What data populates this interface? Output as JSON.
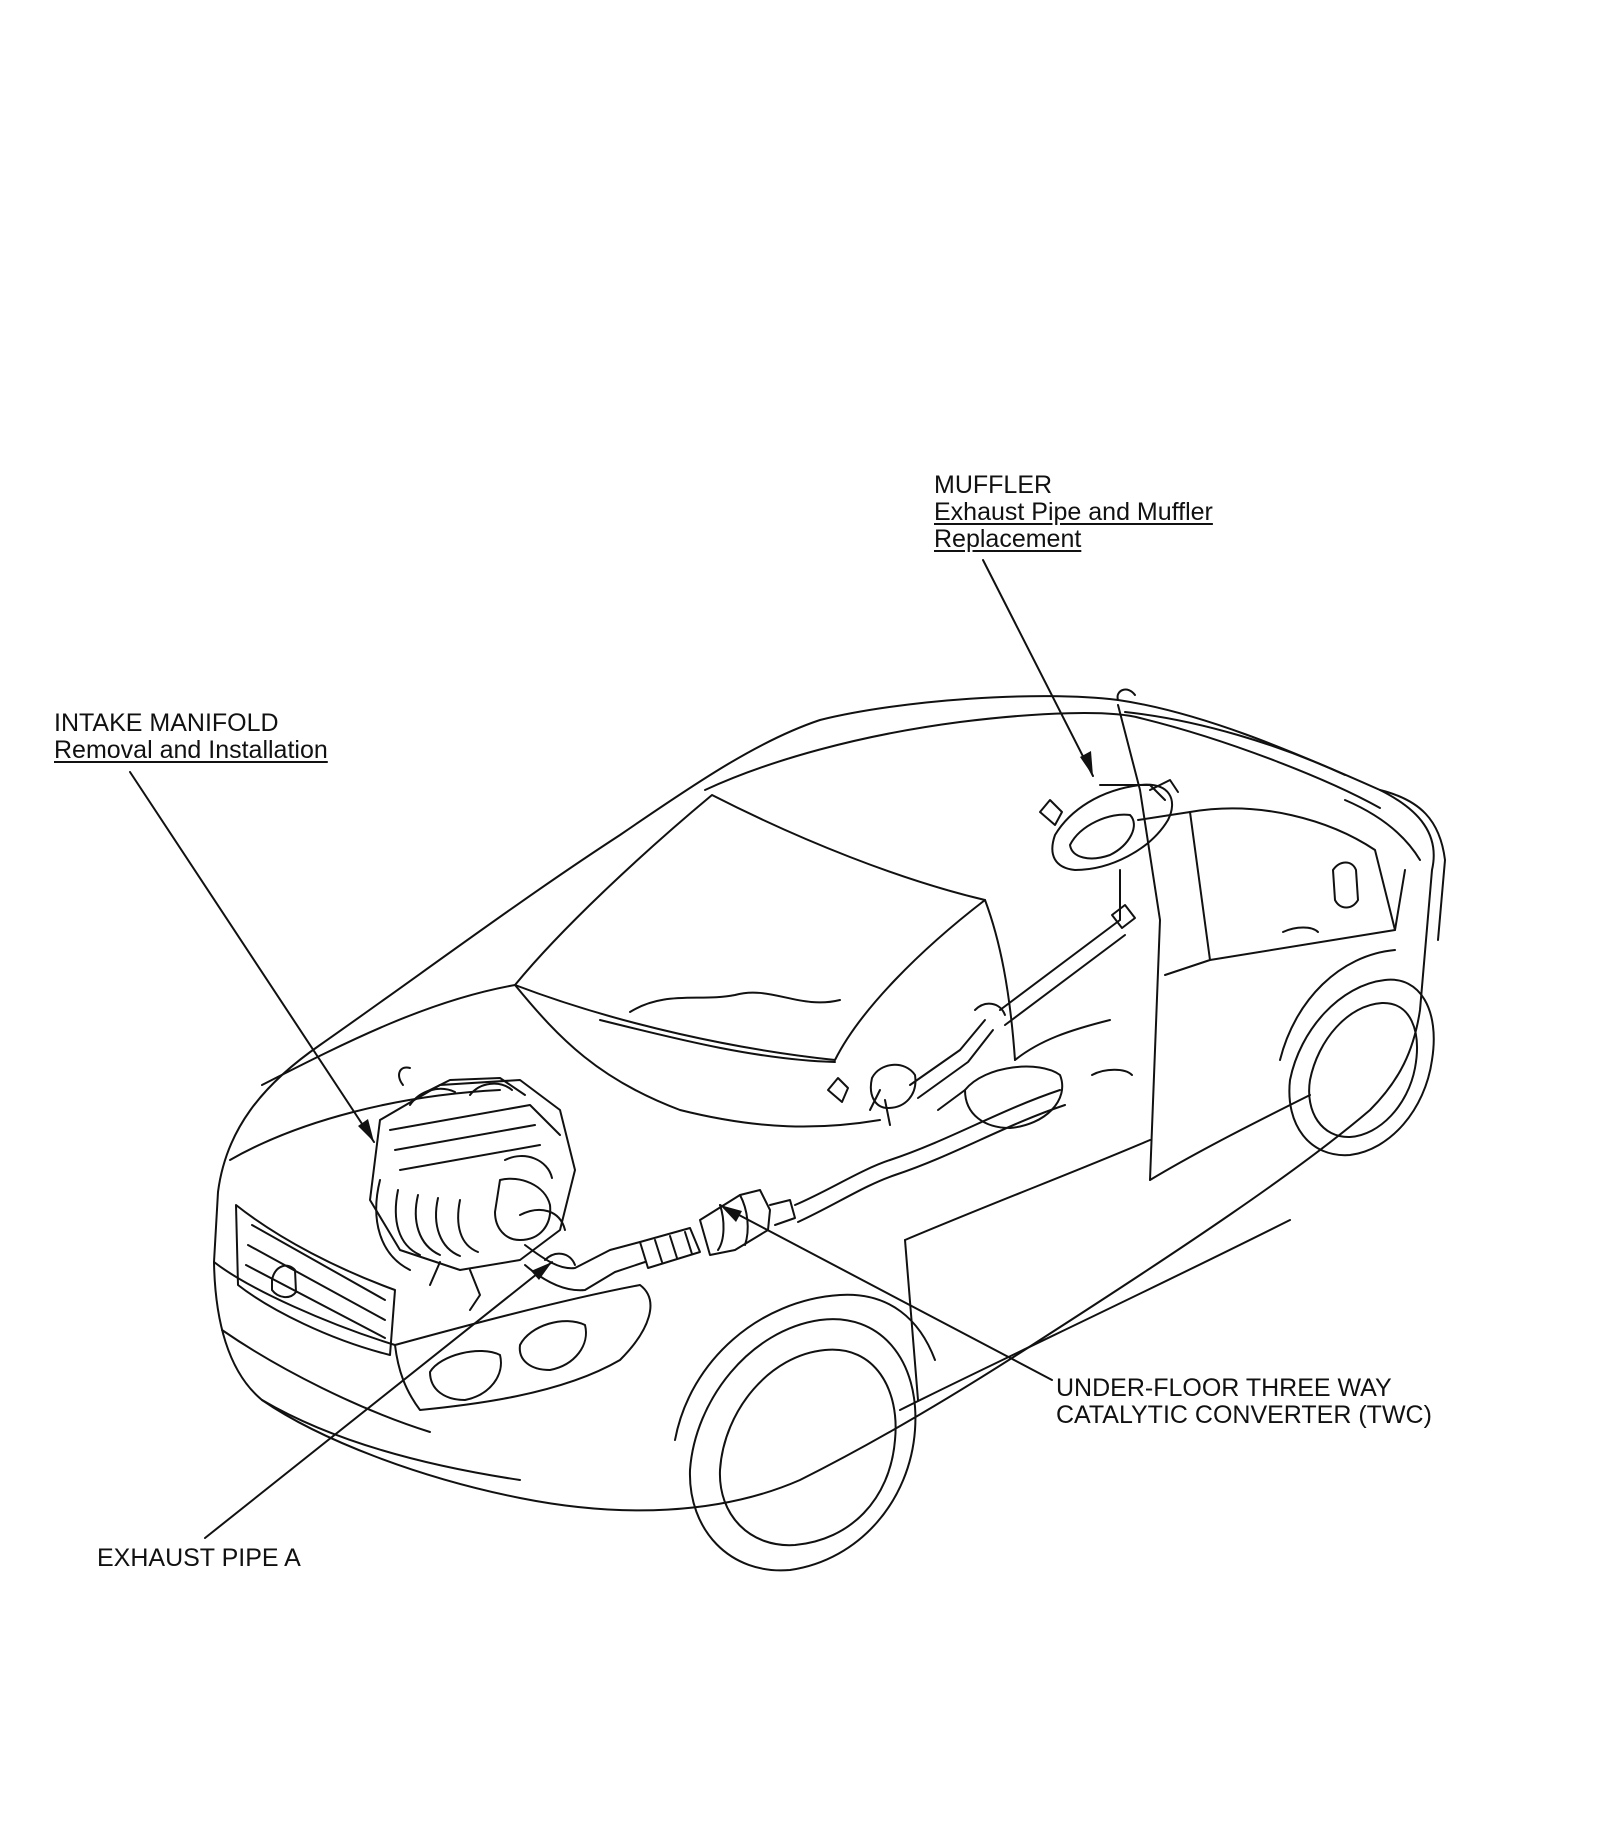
{
  "labels": {
    "muffler": {
      "name": "MUFFLER",
      "link_line1": "Exhaust Pipe and Muffler",
      "link_line2": "Replacement"
    },
    "intake_manifold": {
      "name": "INTAKE MANIFOLD",
      "link": "Removal and Installation"
    },
    "twc": {
      "line1": "UNDER-FLOOR THREE WAY",
      "line2": "CATALYTIC CONVERTER (TWC)"
    },
    "exhaust_pipe_a": {
      "name": "EXHAUST PIPE A"
    }
  },
  "colors": {
    "line": "#111111",
    "background": "#ffffff"
  }
}
